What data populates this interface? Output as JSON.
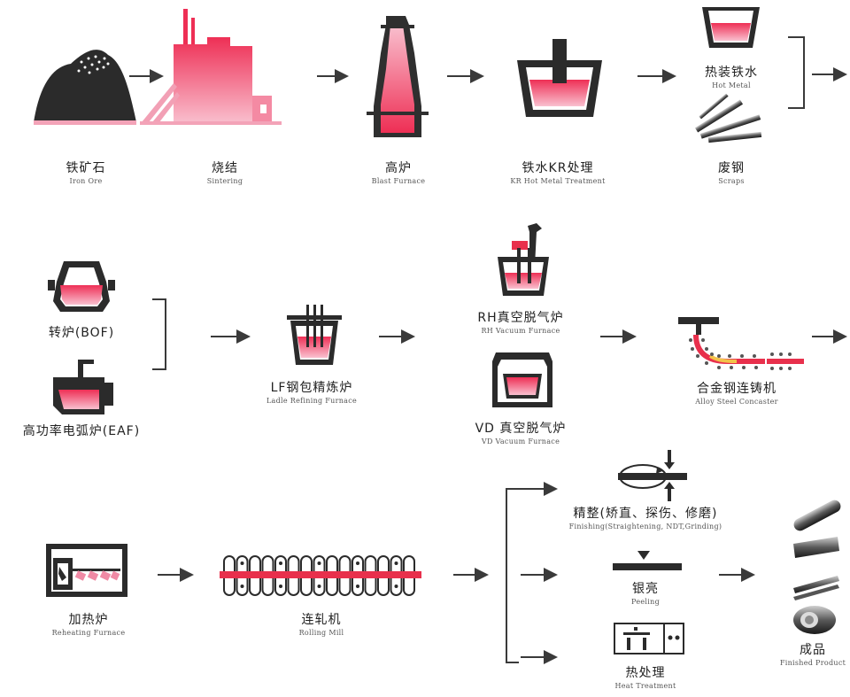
{
  "colors": {
    "red": "#e8304c",
    "pink": "#f7b8c8",
    "dark": "#3a3a3a",
    "black": "#222222"
  },
  "stages": {
    "iron_ore": {
      "cn": "铁矿石",
      "en": "Iron Ore"
    },
    "sintering": {
      "cn": "烧结",
      "en": "Sintering"
    },
    "blast_furnace": {
      "cn": "高炉",
      "en": "Blast Furnace"
    },
    "kr_treatment": {
      "cn": "铁水KR处理",
      "en": "KR Hot Metal Treatment"
    },
    "hot_metal": {
      "cn": "热装铁水",
      "en": "Hot Metal"
    },
    "scraps": {
      "cn": "废钢",
      "en": "Scraps"
    },
    "bof": {
      "cn": "转炉(BOF)",
      "en": ""
    },
    "eaf": {
      "cn": "高功率电弧炉(EAF)",
      "en": ""
    },
    "lf": {
      "cn": "LF钢包精炼炉",
      "en": "Ladle Refining Furnace"
    },
    "rh": {
      "cn": "RH真空脱气炉",
      "en": "RH Vacuum  Furnace"
    },
    "vd": {
      "cn": "VD 真空脱气炉",
      "en": "VD Vacuum  Furnace"
    },
    "concaster": {
      "cn": "合金钢连铸机",
      "en": "Alloy Steel Concaster"
    },
    "reheating": {
      "cn": "加热炉",
      "en": "Reheating Furnace"
    },
    "rolling": {
      "cn": "连轧机",
      "en": "Rolling Mill"
    },
    "finishing": {
      "cn": "精整(矫直、探伤、修磨)",
      "en": "Finishing(Straightening, NDT,Grinding)"
    },
    "peeling": {
      "cn": "银亮",
      "en": "Peeling"
    },
    "heat_treatment": {
      "cn": "热处理",
      "en": "Heat Treatment"
    },
    "finished": {
      "cn": "成品",
      "en": "Finished Product"
    }
  }
}
